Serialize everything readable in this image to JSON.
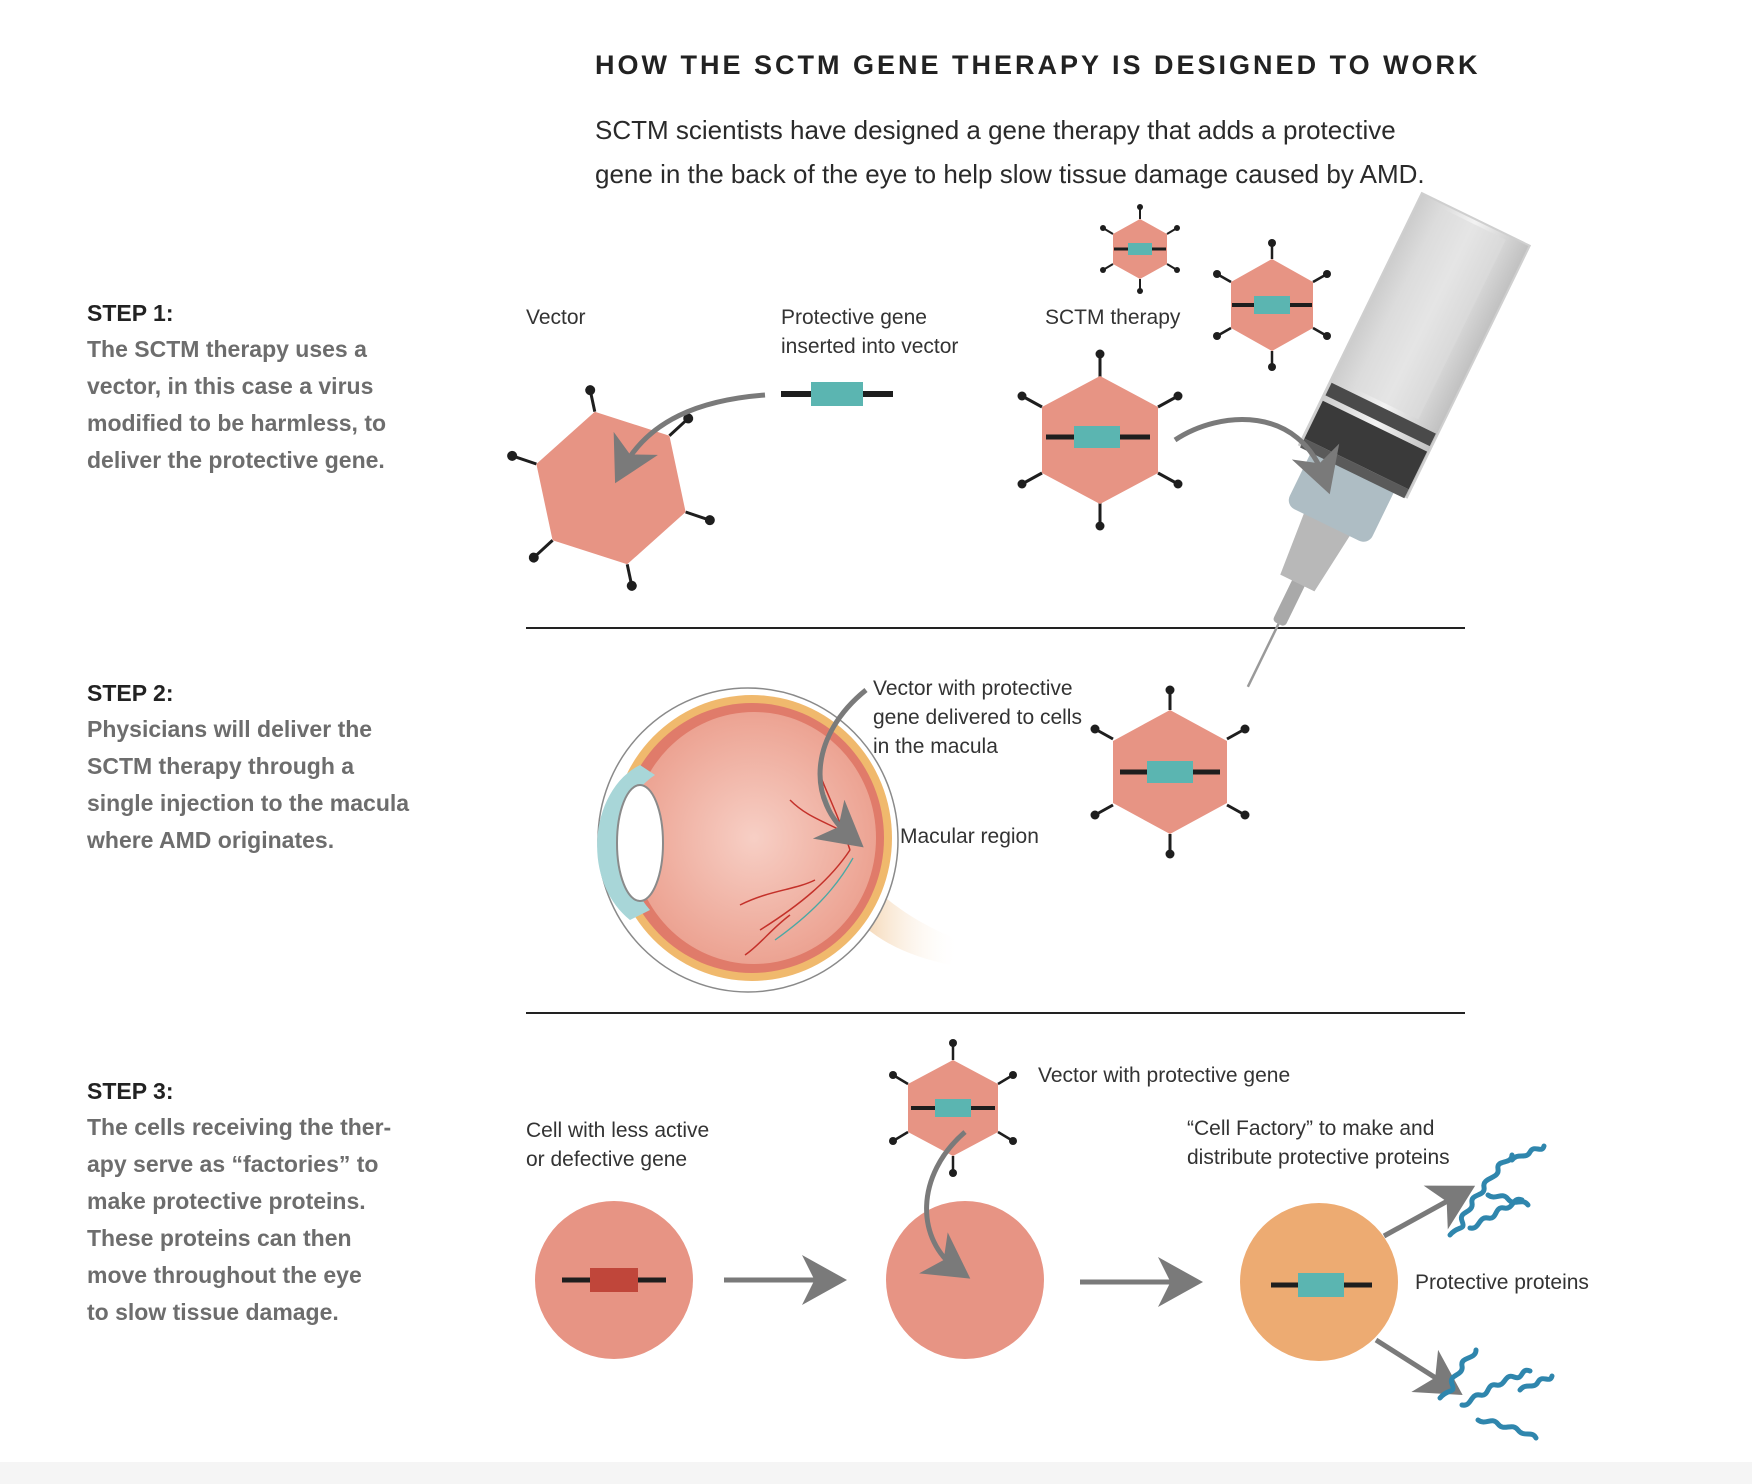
{
  "header": {
    "title": "HOW THE SCTM GENE THERAPY IS DESIGNED TO WORK",
    "intro_line1": "SCTM scientists have designed a gene therapy that adds a protective",
    "intro_line2": "gene in the back of the eye to help slow tissue damage caused by AMD."
  },
  "steps": [
    {
      "heading": "STEP 1:",
      "lines": [
        "The SCTM therapy uses a",
        "vector, in this case a virus",
        "modified to be harmless, to",
        "deliver the protective gene."
      ]
    },
    {
      "heading": "STEP 2:",
      "lines": [
        "Physicians will deliver the",
        "SCTM therapy through a",
        "single injection to the macula",
        "where AMD originates."
      ]
    },
    {
      "heading": "STEP 3:",
      "lines": [
        "The cells receiving the ther-",
        "apy serve as “factories” to",
        "make protective proteins.",
        "These proteins can then",
        "move throughout the  eye",
        "to slow tissue damage."
      ]
    }
  ],
  "labels": {
    "vector": "Vector",
    "protective_gene_1": "Protective gene",
    "protective_gene_2": "inserted into vector",
    "sctm_therapy": "SCTM therapy",
    "vector_delivered_1": "Vector with protective",
    "vector_delivered_2": "gene delivered to cells",
    "vector_delivered_3": "in the macula",
    "macular_region": "Macular region",
    "vector_with_gene": "Vector with protective gene",
    "defective_1": "Cell with less active",
    "defective_2": "or defective gene",
    "factory_1": "“Cell Factory” to make and",
    "factory_2": "distribute protective proteins",
    "protective_proteins": "Protective proteins"
  },
  "colors": {
    "vector_body": "#e79484",
    "gene_teal": "#5bb5b1",
    "defective_gene": "#c0463a",
    "factory_cell": "#edab72",
    "arrow_gray": "#7a7a7a",
    "protein_blue": "#2f86ad"
  },
  "icons": [
    "vector-virus-icon",
    "syringe-icon",
    "eye-cross-section-icon",
    "protein-structure-icon",
    "arrow-icon"
  ]
}
